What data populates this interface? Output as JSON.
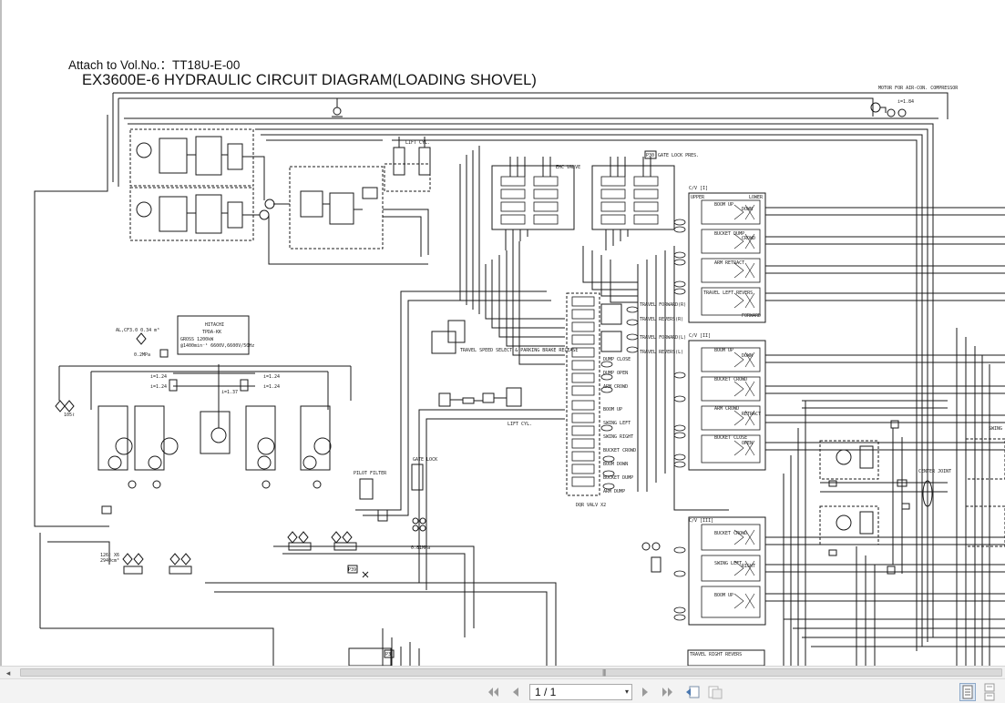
{
  "document": {
    "attach_line": "Attach to Vol.No.：TT18U-E-00",
    "title": "EX3600E-6 HYDRAULIC CIRCUIT DIAGRAM(LOADING SHOVEL)"
  },
  "diagram_labels": {
    "motor_air_con": "MOTOR FOR AIR-CON. COMPRESSOR",
    "motor_ratio": "i=1.84",
    "lift_cyl_top": "LIFT CYL.",
    "ehc_valve": "EHC VALVE",
    "gate_lock_pres": "GATE LOCK PRES.",
    "p30": "P30",
    "cv1": "C/V [I]",
    "cv2": "C/V [II]",
    "cv3": "C/V [III]",
    "upper": "UPPER",
    "lower": "LOWER",
    "boom_up": "BOOM UP",
    "down": "DOWN",
    "bucket_dump": "BUCKET DUMP",
    "crowd": "CROWD",
    "arm_retract": "ARM RETRACT",
    "travel_left_revers": "TRAVEL LEFT REVERS",
    "forward": "FORWARD",
    "travel_forward_r": "TRAVEL FORWARD(R)",
    "travel_revers_r": "TRAVEL REVERS(R)",
    "travel_forward_l": "TRAVEL FORWARD(L)",
    "travel_revers_l": "TRAVEL REVERS(L)",
    "dump_close": "DUMP CLOSE",
    "dump_open": "DUMP OPEN",
    "arm_crowd": "ARM CROWD",
    "boom_up2": "BOOM UP",
    "swing_left": "SWING LEFT",
    "swing_right": "SWING RIGHT",
    "bucket_crowd": "BUCKET CROWD",
    "boom_down": "BOOM DOWN",
    "bucket_dump2": "BUCKET DUMP",
    "arm_dump": "ARM DUMP",
    "dqr_valve": "DQR VALV X2",
    "travel_speed": "TRAVEL SPEED SELECT & PARKING BRAKE RELEASE",
    "lift_cyl_mid": "LIFT CYL.",
    "gate_lock": "GATE LOCK",
    "pilot_filter": "PILOT FILTER",
    "engine_brand": "HITACHI",
    "engine_model": "TPDA-KK",
    "engine_spec1": "GROSS 1200kW",
    "engine_spec2": "@1400min⁻¹ 6600V,6600V/50Hz",
    "accumulator": "AL,CF3.0 0.34 m³",
    "press_02": "0.2MPa",
    "ratio_124a": "i=1.24",
    "ratio_124b": "i=1.24",
    "ratio_124c": "i=1.24",
    "ratio_124d": "i=1.24",
    "ratio_137": "i=1.37",
    "vol_105": "105ℓ",
    "vol_126": "126ℓ X6",
    "vol_2940": "2940cm³",
    "press_081": "0.81MPa",
    "p39": "P39",
    "p3": "P3",
    "center_joint": "CENTER JOINT",
    "swing_partial": "SWING",
    "travel_right_revers": "TRAVEL RIGHT REVERS",
    "retract": "RETRACT",
    "open": "OPEN",
    "close": "CLOSE",
    "bucket_close": "BUCKET CLOSE",
    "right": "RIGHT",
    "swing_left2": "SWING LEFT",
    "boom_up3": "BOOM UP",
    "arm_crowd2": "ARM CROWD",
    "bucket_crowd2": "BUCKET CROWD"
  },
  "scrollbar": {
    "left_arrow": "◂",
    "grip": "|||"
  },
  "toolbar": {
    "page_value": "1 / 1",
    "select_arrow": "▾"
  },
  "colors": {
    "line": "#1a1a1a",
    "toolbar_bg": "#f3f3f3",
    "nav_icon": "#9a9a9a"
  }
}
